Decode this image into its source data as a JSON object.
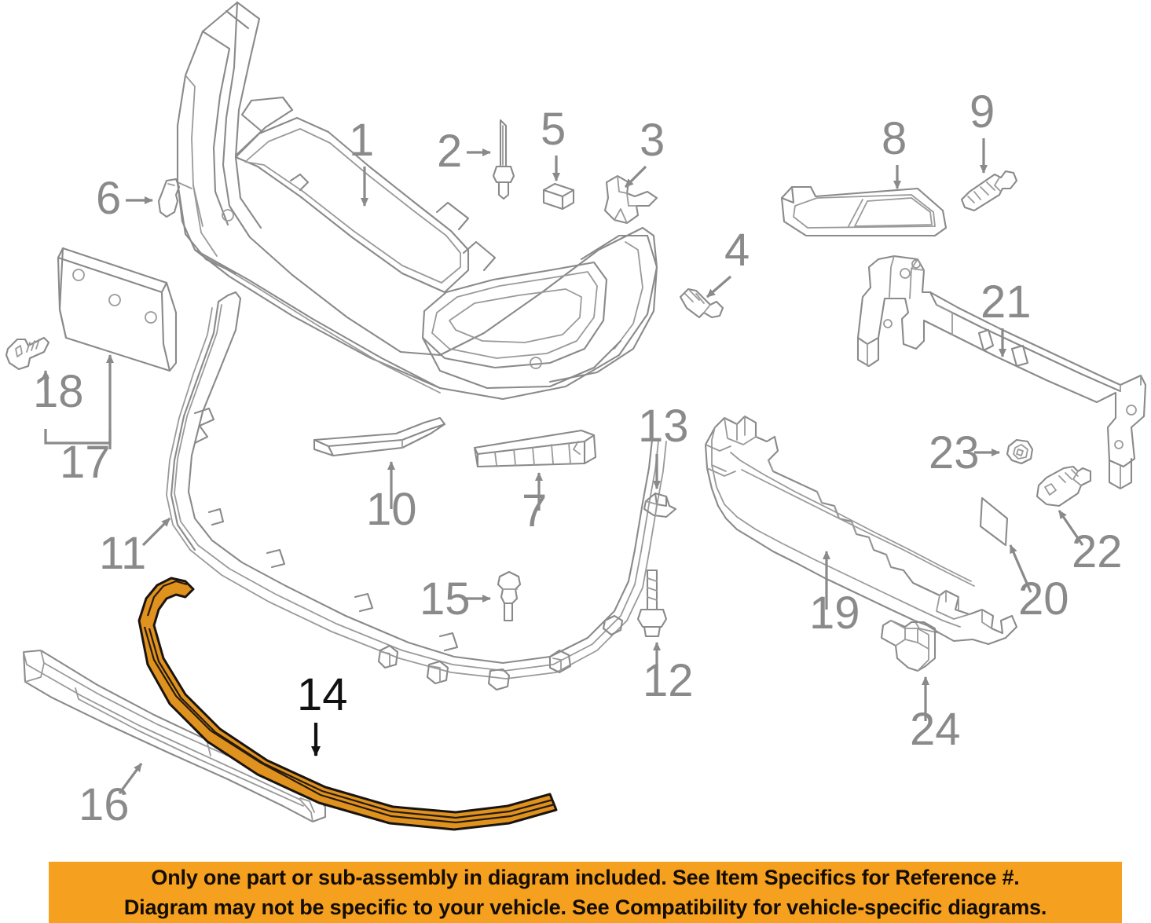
{
  "diagram": {
    "title": "Front bumper assembly exploded parts diagram",
    "highlight_color": "#E0921E",
    "line_color": "#8a8a8a",
    "background": "#ffffff",
    "highlighted_reference": "14",
    "callouts": [
      {
        "ref": "1",
        "label": "1",
        "part": "front-bumper-cover",
        "highlighted": false
      },
      {
        "ref": "2",
        "label": "2",
        "part": "bumper-cover-pin",
        "highlighted": false
      },
      {
        "ref": "3",
        "label": "3",
        "part": "bumper-side-retainer-clip",
        "highlighted": false
      },
      {
        "ref": "4",
        "label": "4",
        "part": "bumper-cover-screw",
        "highlighted": false
      },
      {
        "ref": "5",
        "label": "5",
        "part": "bumper-cover-spacer-block",
        "highlighted": false
      },
      {
        "ref": "6",
        "label": "6",
        "part": "push-pin-retainer",
        "highlighted": false
      },
      {
        "ref": "7",
        "label": "7",
        "part": "grille-insert-block",
        "highlighted": false
      },
      {
        "ref": "8",
        "label": "8",
        "part": "fog-lamp-bezel-cover",
        "highlighted": false
      },
      {
        "ref": "9",
        "label": "9",
        "part": "fog-lamp-bezel-bolt",
        "highlighted": false
      },
      {
        "ref": "10",
        "label": "10",
        "part": "lower-grille-molding",
        "highlighted": false
      },
      {
        "ref": "11",
        "label": "11",
        "part": "lower-valance-grille",
        "highlighted": false
      },
      {
        "ref": "12",
        "label": "12",
        "part": "flange-bolt",
        "highlighted": false
      },
      {
        "ref": "13",
        "label": "13",
        "part": "square-grommet-nut",
        "highlighted": false
      },
      {
        "ref": "14",
        "label": "14",
        "part": "front-air-dam-spoiler-lip",
        "highlighted": true
      },
      {
        "ref": "15",
        "label": "15",
        "part": "push-rivet-fastener",
        "highlighted": false
      },
      {
        "ref": "16",
        "label": "16",
        "part": "lower-deflector-strip",
        "highlighted": false
      },
      {
        "ref": "17",
        "label": "17",
        "part": "license-plate-bracket-assembly",
        "highlighted": false
      },
      {
        "ref": "18",
        "label": "18",
        "part": "license-bracket-screw",
        "highlighted": false
      },
      {
        "ref": "19",
        "label": "19",
        "part": "bumper-energy-absorber",
        "highlighted": false
      },
      {
        "ref": "20",
        "label": "20",
        "part": "reinforcement-pad",
        "highlighted": false
      },
      {
        "ref": "21",
        "label": "21",
        "part": "bumper-impact-reinforcement-bar",
        "highlighted": false
      },
      {
        "ref": "22",
        "label": "22",
        "part": "reinforcement-flange-bolt",
        "highlighted": false
      },
      {
        "ref": "23",
        "label": "23",
        "part": "flange-nut",
        "highlighted": false
      },
      {
        "ref": "24",
        "label": "24",
        "part": "bracket-clip",
        "highlighted": false
      }
    ]
  },
  "banner": {
    "background_color": "#F5A01E",
    "text_color": "#140d04",
    "line1": "Only one part or sub-assembly in diagram included. See Item Specifics for Reference #.",
    "line2": "Diagram may not be specific to your vehicle. See Compatibility for vehicle-specific diagrams."
  }
}
